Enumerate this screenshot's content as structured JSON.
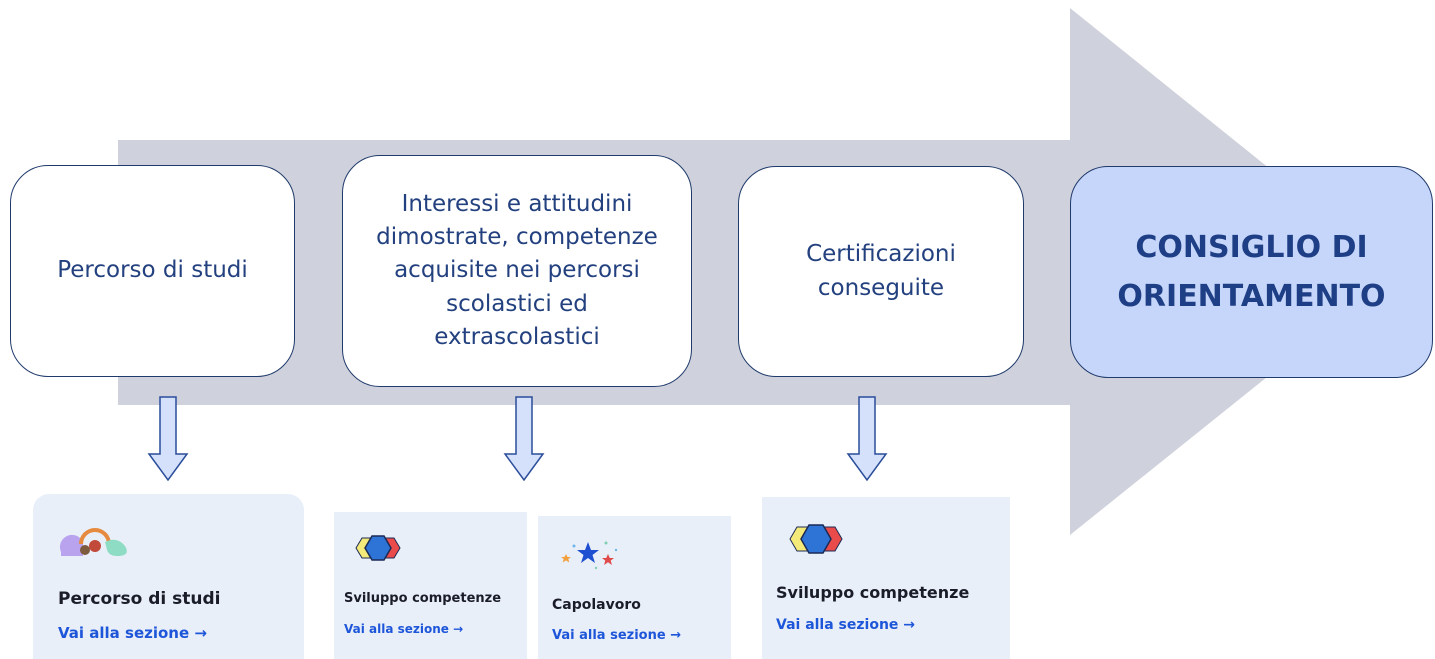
{
  "flow": {
    "steps": [
      {
        "label": "Percorso di studi"
      },
      {
        "label": "Interessi e attitudini dimostrate, competenze acquisite nei percorsi scolastici ed extrascolastici"
      },
      {
        "label": "Certificazioni conseguite"
      }
    ],
    "result": {
      "label": "CONSIGLIO DI ORIENTAMENTO"
    }
  },
  "cards": [
    {
      "title": "Percorso di studi",
      "link": "Vai alla sezione →",
      "icon": "percorso-shapes-icon"
    },
    {
      "title": "Sviluppo competenze",
      "link": "Vai alla sezione →",
      "icon": "hexagons-icon"
    },
    {
      "title": "Capolavoro",
      "link": "Vai alla sezione →",
      "icon": "stars-icon"
    },
    {
      "title": "Sviluppo competenze",
      "link": "Vai alla sezione →",
      "icon": "hexagons-icon"
    }
  ],
  "colors": {
    "big_arrow": "#cfd1dc",
    "box_border": "#1f3a6b",
    "text_blue": "#23407f",
    "result_fill": "#c6d6fa",
    "down_arrow_fill": "#d5e1fb",
    "card_bg": "#e9eff9",
    "link_blue": "#1e56d9"
  }
}
